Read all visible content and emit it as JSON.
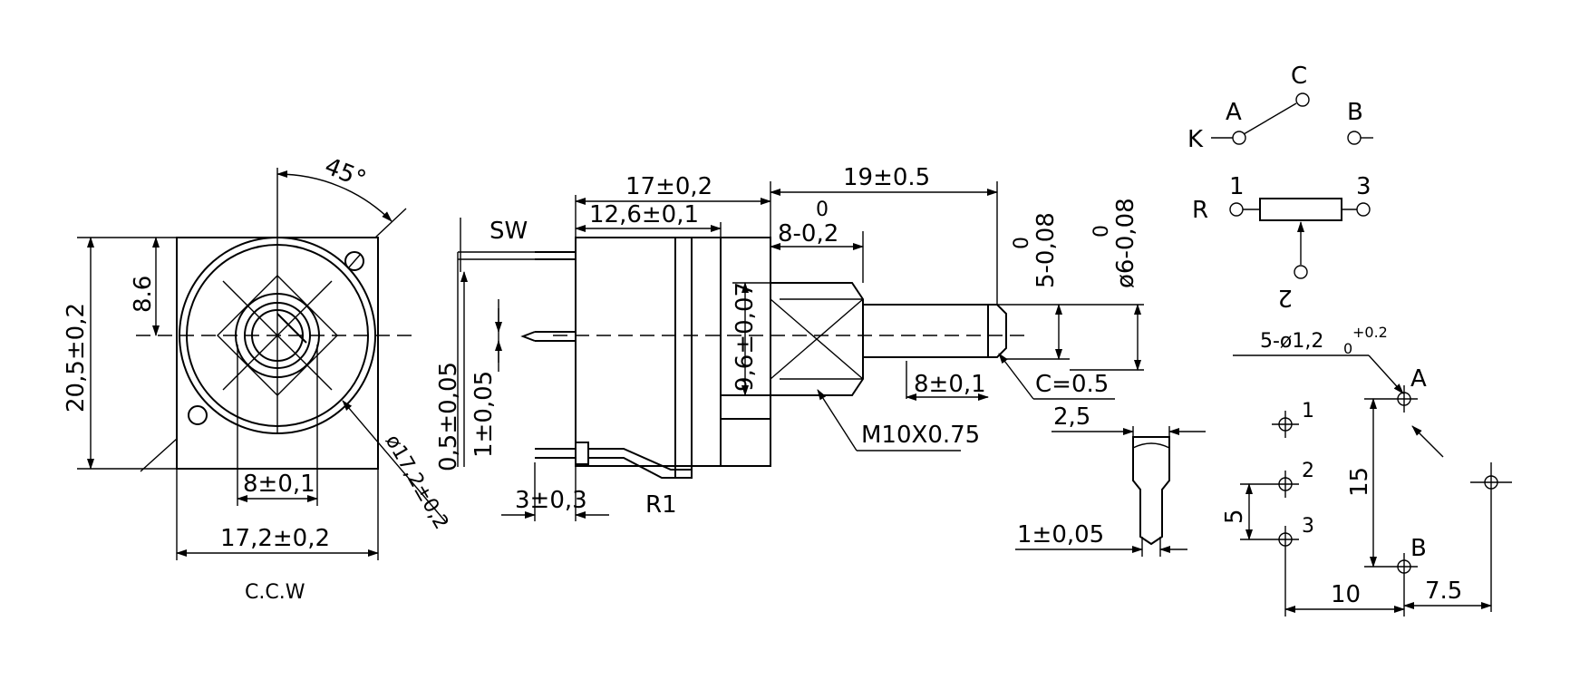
{
  "front_view": {
    "angle": "45°",
    "dim_height": "20,5±0,2",
    "dim_offset": "8.6",
    "dim_width": "17,2±0,2",
    "dim_center": "8±0,1",
    "dim_circle": "ø17,2±0,2",
    "rotation": "C.C.W"
  },
  "side_view": {
    "sw_label": "SW",
    "dim_body_len": "17±0,2",
    "dim_body_inner": "12,6±0,1",
    "dim_shaft_len": "19±0.5",
    "dim_thread_len_top": "0",
    "dim_thread_len": "8-0,2",
    "dim_thread_dia": "9,6±0,07",
    "dim_pin_offset": "0,5±0,05",
    "dim_pin_width": "1±0,05",
    "dim_pin_pitch": "3±0,3",
    "terminal_label": "R1",
    "thread": "M10X0.75",
    "dim_flat_len": "8±0,1",
    "chamfer": "C=0.5",
    "dim_flat_top": "0",
    "dim_flat": "5-0,08",
    "dim_shaft_top": "0",
    "dim_shaft_dia": "ø6-0,08"
  },
  "pin_detail": {
    "dim_width": "2,5",
    "dim_thickness": "1±0,05"
  },
  "schematic": {
    "switch_k": "K",
    "switch_a": "A",
    "switch_c": "C",
    "switch_b": "B",
    "res_label": "R",
    "res_1": "1",
    "res_3": "3",
    "res_2": "2"
  },
  "pcb_layout": {
    "holes": "5-ø1,2",
    "holes_tol_sup": "+0.2",
    "holes_tol_sub": "0",
    "label_a": "A",
    "label_b": "B",
    "label_1": "1",
    "label_2": "2",
    "label_3": "3",
    "dim_pitch": "5",
    "dim_height": "15",
    "dim_x1": "10",
    "dim_x2": "7.5"
  }
}
